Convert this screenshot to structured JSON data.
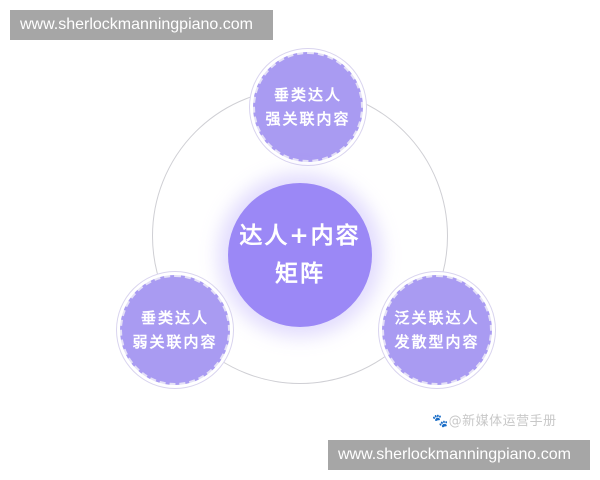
{
  "watermarks": {
    "top": "www.sherlockmanningpiano.com",
    "bottom": "www.sherlockmanningpiano.com"
  },
  "diagram": {
    "center": {
      "line1": "达人+内容",
      "line2": "矩阵"
    },
    "nodes": [
      {
        "position": "top",
        "line1": "垂类达人",
        "line2": "强关联内容"
      },
      {
        "position": "bottom-left",
        "line1": "垂类达人",
        "line2": "弱关联内容"
      },
      {
        "position": "bottom-right",
        "line1": "泛关联达人",
        "line2": "发散型内容"
      }
    ],
    "colors": {
      "center": "#9b88f6",
      "node": "#a99bf2",
      "ring": "#cfcfd4"
    }
  },
  "credit": "🐾@新媒体运营手册"
}
